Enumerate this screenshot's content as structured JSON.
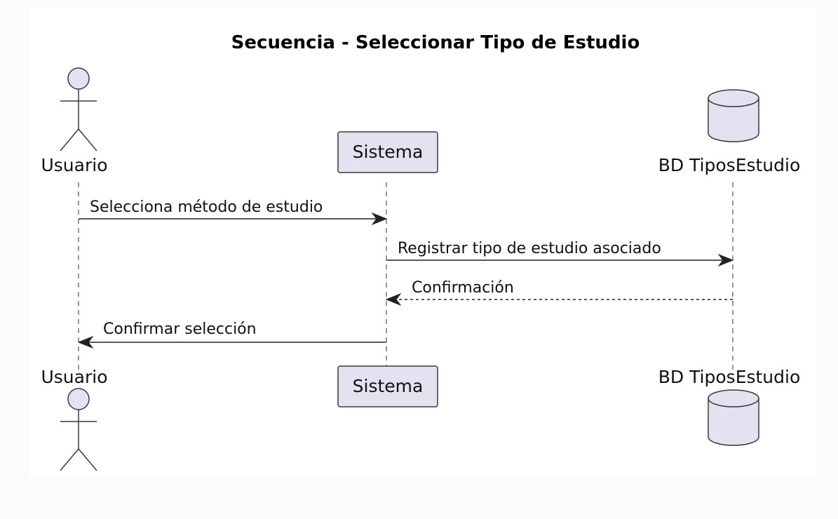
{
  "diagram": {
    "title": "Secuencia - Seleccionar Tipo de Estudio",
    "participants": {
      "usuario": {
        "label": "Usuario",
        "kind": "actor"
      },
      "sistema": {
        "label": "Sistema",
        "kind": "participant"
      },
      "bd": {
        "label": "BD TiposEstudio",
        "kind": "database"
      }
    },
    "messages": [
      {
        "from": "Usuario",
        "to": "Sistema",
        "label": "Selecciona método de estudio",
        "style": "solid"
      },
      {
        "from": "Sistema",
        "to": "BD TiposEstudio",
        "label": "Registrar tipo de estudio asociado",
        "style": "solid"
      },
      {
        "from": "BD TiposEstudio",
        "to": "Sistema",
        "label": "Confirmación",
        "style": "dashed"
      },
      {
        "from": "Sistema",
        "to": "Usuario",
        "label": "Confirmar selección",
        "style": "solid"
      }
    ],
    "colors": {
      "participant_fill": "#e2e2f0",
      "stroke": "#3a3a3a",
      "background": "#ffffff"
    }
  }
}
